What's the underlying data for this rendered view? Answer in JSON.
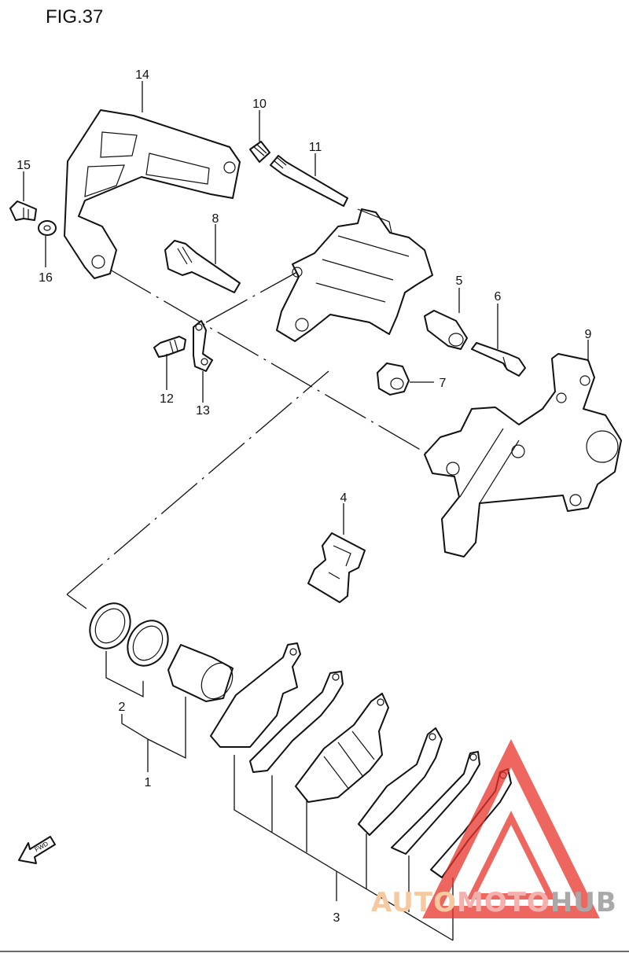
{
  "figure": {
    "title": "FIG.37"
  },
  "callouts": [
    {
      "id": "c1",
      "label": "1"
    },
    {
      "id": "c2",
      "label": "2"
    },
    {
      "id": "c3",
      "label": "3"
    },
    {
      "id": "c4",
      "label": "4"
    },
    {
      "id": "c5",
      "label": "5"
    },
    {
      "id": "c6",
      "label": "6"
    },
    {
      "id": "c7",
      "label": "7"
    },
    {
      "id": "c8",
      "label": "8"
    },
    {
      "id": "c9",
      "label": "9"
    },
    {
      "id": "c10",
      "label": "10"
    },
    {
      "id": "c11",
      "label": "11"
    },
    {
      "id": "c12",
      "label": "12"
    },
    {
      "id": "c13",
      "label": "13"
    },
    {
      "id": "c14",
      "label": "14"
    },
    {
      "id": "c15",
      "label": "15"
    },
    {
      "id": "c16",
      "label": "16"
    }
  ],
  "direction_arrow": {
    "label": "FWD"
  },
  "watermark": {
    "part1": "AUTO",
    "part2": "MOTO",
    "part3": "HUB",
    "colors": {
      "auto": "#f7c9a0",
      "moto": "#f4b0ad",
      "hub": "#a9a9a9",
      "triangle": "#e8332a"
    }
  }
}
